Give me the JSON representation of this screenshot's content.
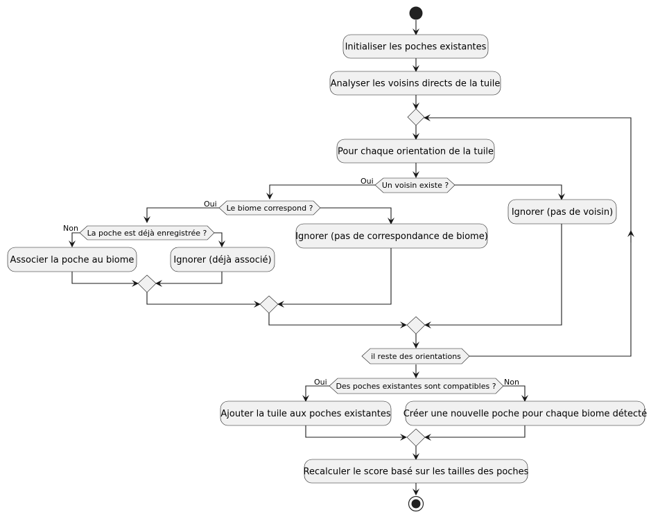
{
  "activities": {
    "init": "Initialiser les poches existantes",
    "analyze": "Analyser les voisins directs de la tuile",
    "for_each": "Pour chaque orientation de la tuile",
    "ignore_no_neighbor": "Ignorer (pas de voisin)",
    "ignore_no_match": "Ignorer (pas de correspondance de biome)",
    "associate": "Associer la poche au biome",
    "ignore_already": "Ignorer (déjà associé)",
    "add_tile": "Ajouter la tuile aux poches existantes",
    "create_pocket": "Créer une nouvelle poche pour chaque biome détecté",
    "recalc": "Recalculer le score basé sur les tailles des poches"
  },
  "conditions": {
    "neighbor_exists": "Un voisin existe ?",
    "biome_matches": "Le biome correspond ?",
    "pocket_registered": "La poche est déjà enregistrée ?",
    "loop_condition": "il reste des orientations",
    "compatible": "Des poches existantes sont compatibles ?"
  },
  "branch_labels": {
    "neighbor_yes": "Oui",
    "biome_yes": "Oui",
    "pocket_no": "Non",
    "compatible_yes": "Oui",
    "compatible_no": "Non"
  }
}
